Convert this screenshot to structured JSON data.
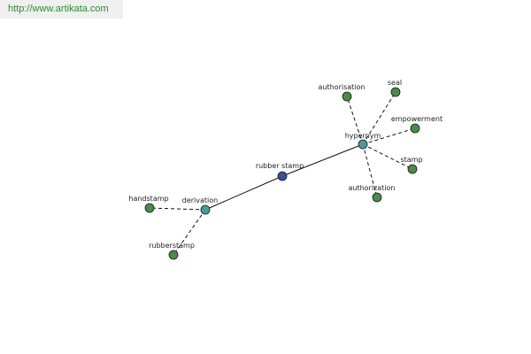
{
  "banner": {
    "url": "http://www.artikata.com"
  },
  "colors": {
    "banner_text": "#2e8b2e",
    "center_node": "#3b4f9a",
    "relation_node": "#4c9a9a",
    "leaf_node": "#4a8a4a",
    "edge": "#111111"
  },
  "graph": {
    "center": {
      "id": "rubber_stamp",
      "label": "rubber stamp"
    },
    "relations": [
      {
        "id": "hypernym",
        "label": "hypernym",
        "leaves": [
          {
            "id": "authorisation",
            "label": "authorisation"
          },
          {
            "id": "seal",
            "label": "seal"
          },
          {
            "id": "empowerment",
            "label": "empowerment"
          },
          {
            "id": "stamp",
            "label": "stamp"
          },
          {
            "id": "authorization",
            "label": "authorization"
          }
        ]
      },
      {
        "id": "derivation",
        "label": "derivation",
        "leaves": [
          {
            "id": "handstamp",
            "label": "handstamp"
          },
          {
            "id": "rubberstamp",
            "label": "rubberstamp"
          }
        ]
      }
    ]
  }
}
